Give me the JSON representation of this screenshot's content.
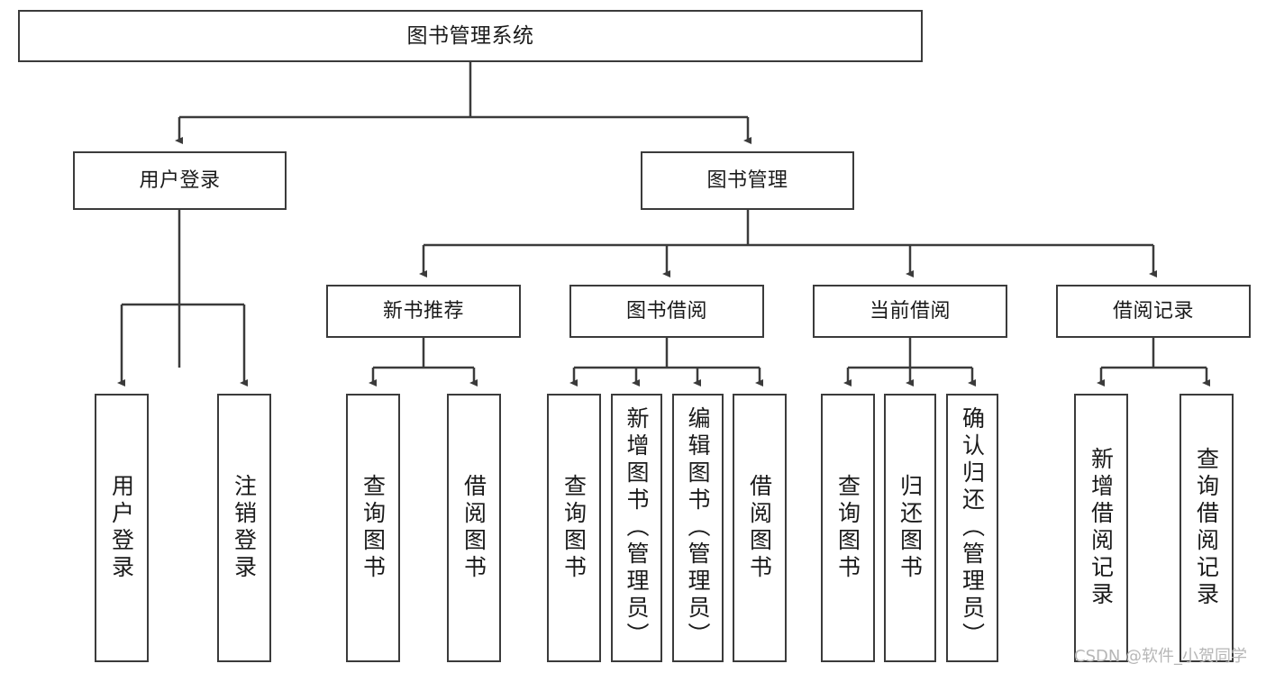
{
  "diagram": {
    "title": "图书管理系统",
    "type": "tree",
    "watermark": "CSDN @软件_小贺同学",
    "colors": {
      "box_border": "#3b3b3b",
      "box_fill": "#ffffff",
      "edge": "#3b3b3b",
      "text": "#1a1a1a",
      "watermark": "#b6b6b6"
    },
    "nodes": {
      "root": {
        "label": "图书管理系统"
      },
      "level2": [
        {
          "label": "用户登录"
        },
        {
          "label": "图书管理"
        }
      ],
      "level3": [
        {
          "label": "新书推荐"
        },
        {
          "label": "图书借阅"
        },
        {
          "label": "当前借阅"
        },
        {
          "label": "借阅记录"
        }
      ],
      "leaves": {
        "user_login": [
          {
            "label": "用户登录"
          },
          {
            "label": "注销登录"
          }
        ],
        "new_book_recommend": [
          {
            "label": "查询图书"
          },
          {
            "label": "借阅图书"
          }
        ],
        "book_borrow": [
          {
            "label": "查询图书"
          },
          {
            "label": "新增图书（管理员）"
          },
          {
            "label": "编辑图书（管理员）"
          },
          {
            "label": "借阅图书"
          }
        ],
        "current_borrow": [
          {
            "label": "查询图书"
          },
          {
            "label": "归还图书"
          },
          {
            "label": "确认归还（管理员）"
          }
        ],
        "borrow_record": [
          {
            "label": "新增借阅记录"
          },
          {
            "label": "查询借阅记录"
          }
        ]
      }
    }
  }
}
